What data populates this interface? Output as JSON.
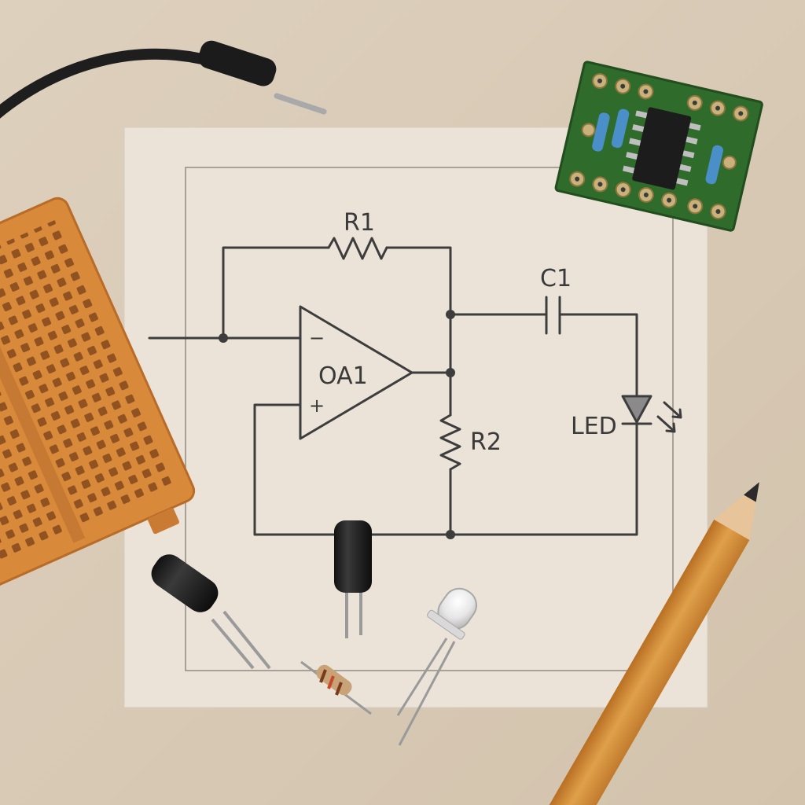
{
  "schematic": {
    "labels": {
      "r1": "R1",
      "r2": "R2",
      "c1": "C1",
      "oa1": "OA1",
      "led": "LED",
      "minus": "−",
      "plus": "+"
    }
  },
  "colors": {
    "desk": "#d9cbb7",
    "paper": "#ebe3d8",
    "ink": "#3a3a3a",
    "breadboard": "#d9893a",
    "pcb": "#2f6b2a",
    "pencil": "#d28a35"
  }
}
